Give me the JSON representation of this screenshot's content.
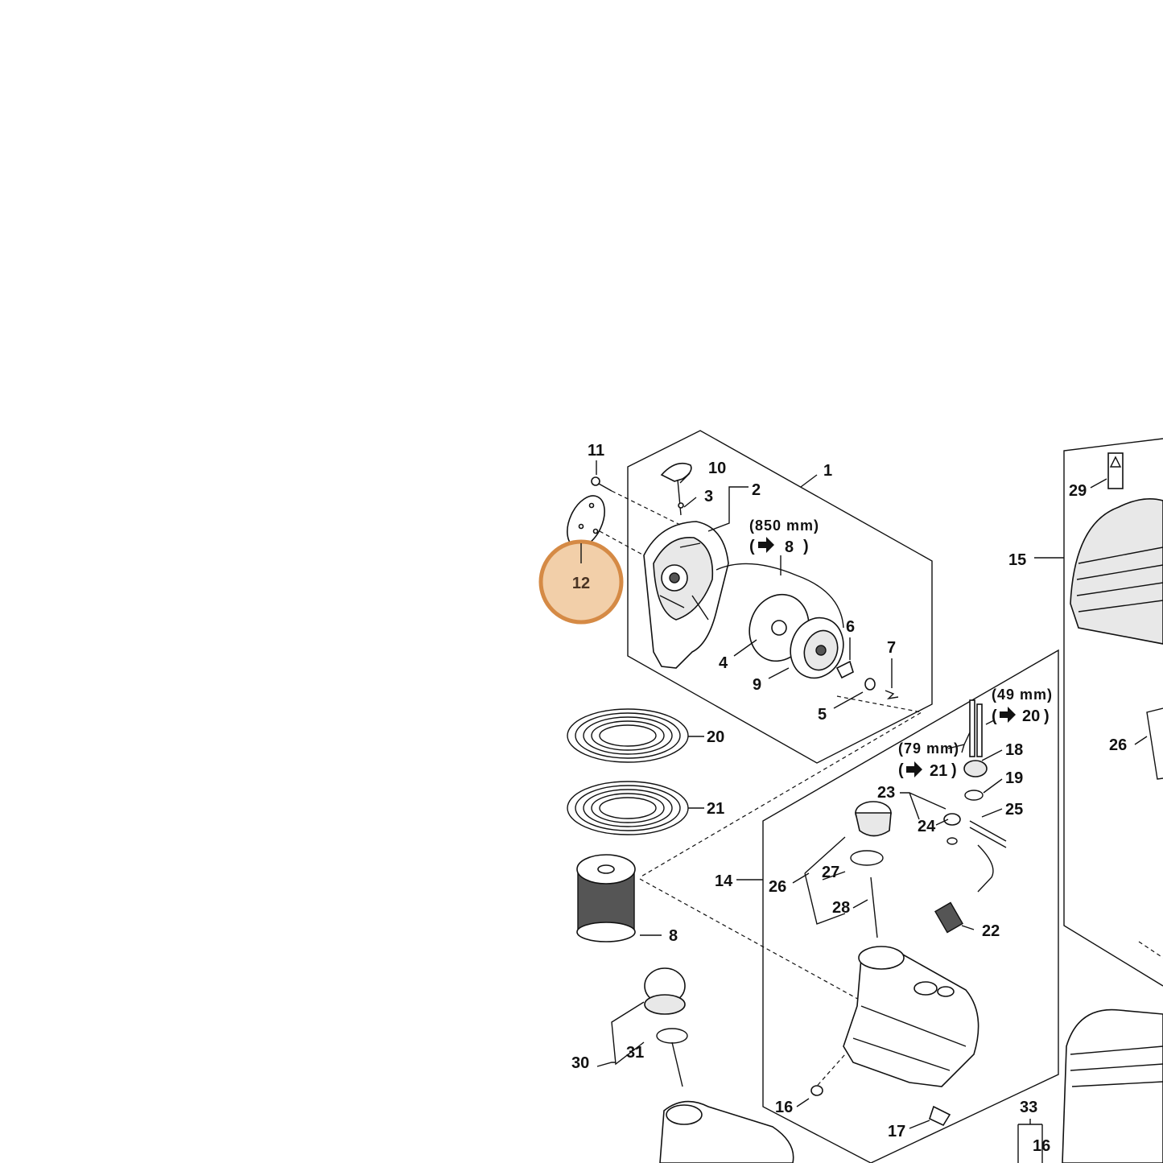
{
  "highlight": {
    "label": "12",
    "color": "#d58a45",
    "fill": "#f2cfa9"
  },
  "labels": {
    "p1": "1",
    "p2": "2",
    "p3": "3",
    "p4": "4",
    "p5": "5",
    "p6": "6",
    "p7": "7",
    "p8a": "8",
    "p8b": "8",
    "p9": "9",
    "p10": "10",
    "p11": "11",
    "p14": "14",
    "p15": "15",
    "p16a": "16",
    "p16b": "16",
    "p17": "17",
    "p18": "18",
    "p19": "19",
    "p20a": "20",
    "p20b": "20",
    "p21a": "21",
    "p21b": "21",
    "p22": "22",
    "p23": "23",
    "p24": "24",
    "p25": "25",
    "p26a": "26",
    "p26b": "26",
    "p27": "27",
    "p28": "28",
    "p29": "29",
    "p30": "30",
    "p31": "31",
    "p33": "33"
  },
  "notes": {
    "rope_850": "(850 mm)",
    "rope_79": "(79 mm)",
    "rope_49": "(49 mm)",
    "open_paren": "(",
    "close_paren": ")"
  },
  "icons": [
    "arrow-right-icon",
    "warning-label-icon"
  ]
}
